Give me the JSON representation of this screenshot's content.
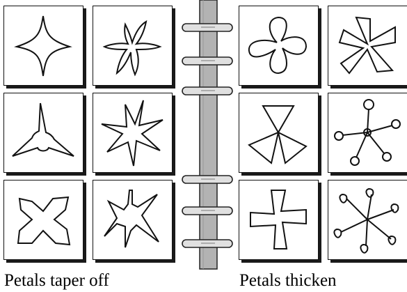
{
  "captions": {
    "left": "Petals taper off",
    "right": "Petals thicken"
  },
  "panels": {
    "left": {
      "shapes": [
        "four-point-star",
        "five-petal-starfish",
        "tripod-star",
        "seven-point-star",
        "puffy-cross",
        "spiky-burst"
      ]
    },
    "right": {
      "shapes": [
        "rounded-four-petal-flower",
        "ribbon-pinwheel",
        "three-fan-propeller",
        "ball-tipped-star",
        "thick-arm-cross",
        "heart-tipped-spokes"
      ]
    }
  },
  "colors": {
    "ink": "#111111",
    "spine": "#b3b3b3",
    "ring": "#cfcfcf"
  }
}
